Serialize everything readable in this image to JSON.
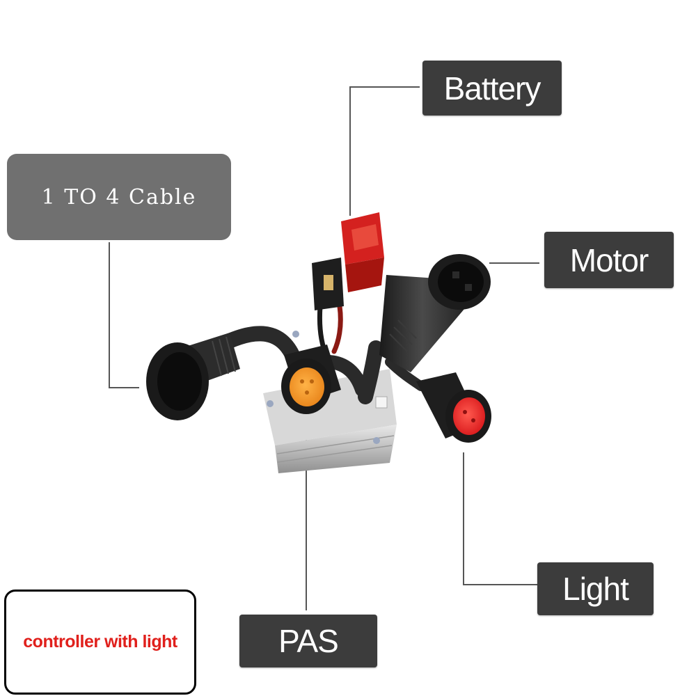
{
  "labels": {
    "battery": "Battery",
    "cable": "1 TO 4 Cable",
    "motor": "Motor",
    "light": "Light",
    "pas": "PAS"
  },
  "caption": "controller with light",
  "colors": {
    "label_bg": "#3c3c3c",
    "cable_label_bg": "#707070",
    "pas_connector": "#f39a1f",
    "light_connector": "#e8262a",
    "battery_plug": "#d4211f",
    "caption_text": "#e0201c"
  }
}
